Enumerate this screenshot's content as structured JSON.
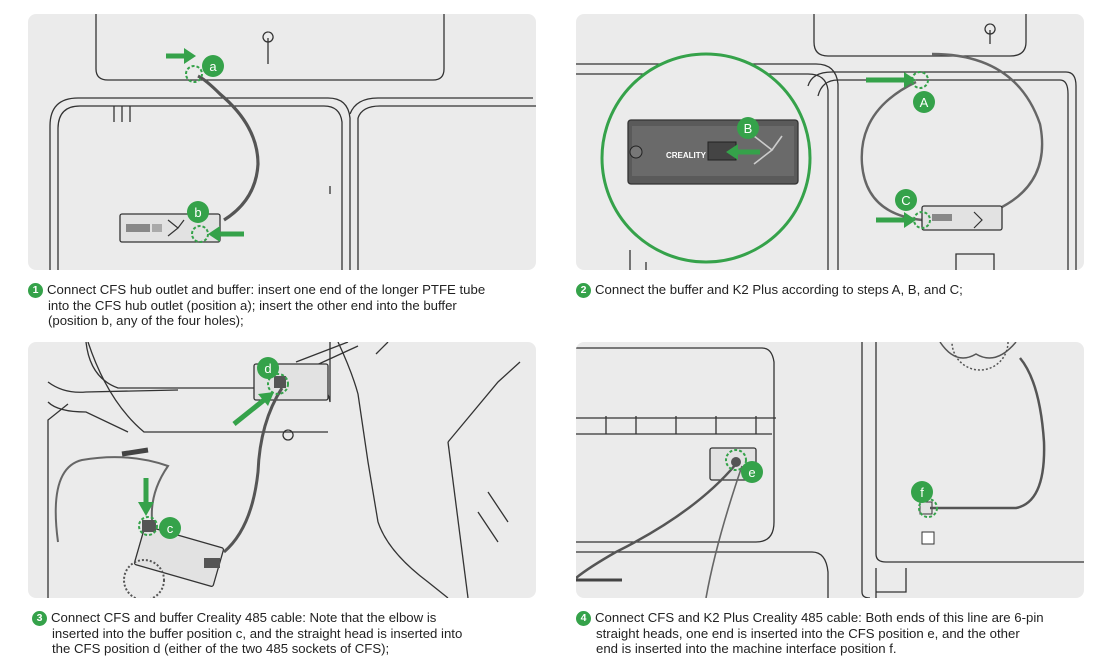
{
  "steps": [
    {
      "number": "1",
      "lines": [
        "Connect CFS hub outlet and buffer: insert one end of the longer PTFE tube",
        "into the CFS hub outlet (position a); insert the other end into the buffer",
        "(position b, any of the four holes);"
      ],
      "markers": [
        "a",
        "b"
      ]
    },
    {
      "number": "2",
      "lines": [
        "Connect the buffer and K2 Plus according to steps A, B, and C;"
      ],
      "markers": [
        "A",
        "B",
        "C"
      ],
      "brand": "CREALITY"
    },
    {
      "number": "3",
      "lines": [
        "Connect CFS and buffer Creality 485 cable: Note that the elbow is",
        "inserted into the buffer position c, and the straight head is inserted into",
        "the CFS position d (either of the two 485 sockets of CFS);"
      ],
      "markers": [
        "c",
        "d"
      ]
    },
    {
      "number": "4",
      "lines": [
        "Connect CFS and K2 Plus Creality 485 cable: Both ends of this line are 6-pin",
        "straight heads, one end is inserted into the CFS position e, and the other",
        "end is inserted into the machine interface position f."
      ],
      "markers": [
        "e",
        "f"
      ]
    }
  ],
  "colors": {
    "panel_bg": "#ebebeb",
    "accent_green": "#35a24a",
    "line_art": "#333333"
  }
}
